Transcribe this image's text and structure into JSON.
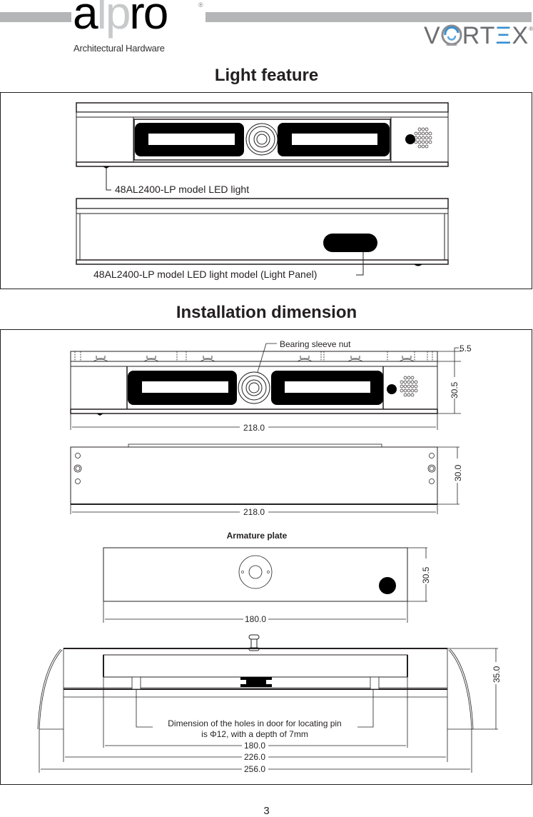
{
  "header": {
    "brand_left": {
      "name_dark_1": "a",
      "name_light": "lp",
      "name_dark_2": "ro",
      "registered": "®",
      "tagline": "Architectural Hardware"
    },
    "brand_right": {
      "part_1": "V",
      "part_2": "RT",
      "part_3": "Ξ",
      "part_4": "X",
      "registered": "®"
    },
    "colors": {
      "bar": "#b4b5b7",
      "vortex_gray": "#6b6d70",
      "vortex_blue": "#3a8fd0"
    }
  },
  "sections": {
    "light_feature": {
      "title": "Light feature",
      "callout_1": "48AL2400-LP model LED light",
      "callout_2": "48AL2400-LP model LED light model (Light Panel)"
    },
    "installation": {
      "title": "Installation dimension",
      "front_view": {
        "callout": "Bearing sleeve nut",
        "dim_top": "5.5",
        "dim_height": "30.5",
        "dim_width": "218.0"
      },
      "bottom_view": {
        "dim_height": "30.0",
        "dim_width": "218.0"
      },
      "armature_plate": {
        "title": "Armature plate",
        "dim_height": "30.5",
        "dim_width": "180.0"
      },
      "side_view": {
        "note_line_1": "Dimension of the holes in door for locating pin",
        "note_line_2": "is Φ12, with a depth of 7mm",
        "dim_height": "35.0",
        "dim_inner": "180.0",
        "dim_mid": "226.0",
        "dim_outer": "256.0"
      }
    }
  },
  "footer": {
    "page_number": "3"
  }
}
